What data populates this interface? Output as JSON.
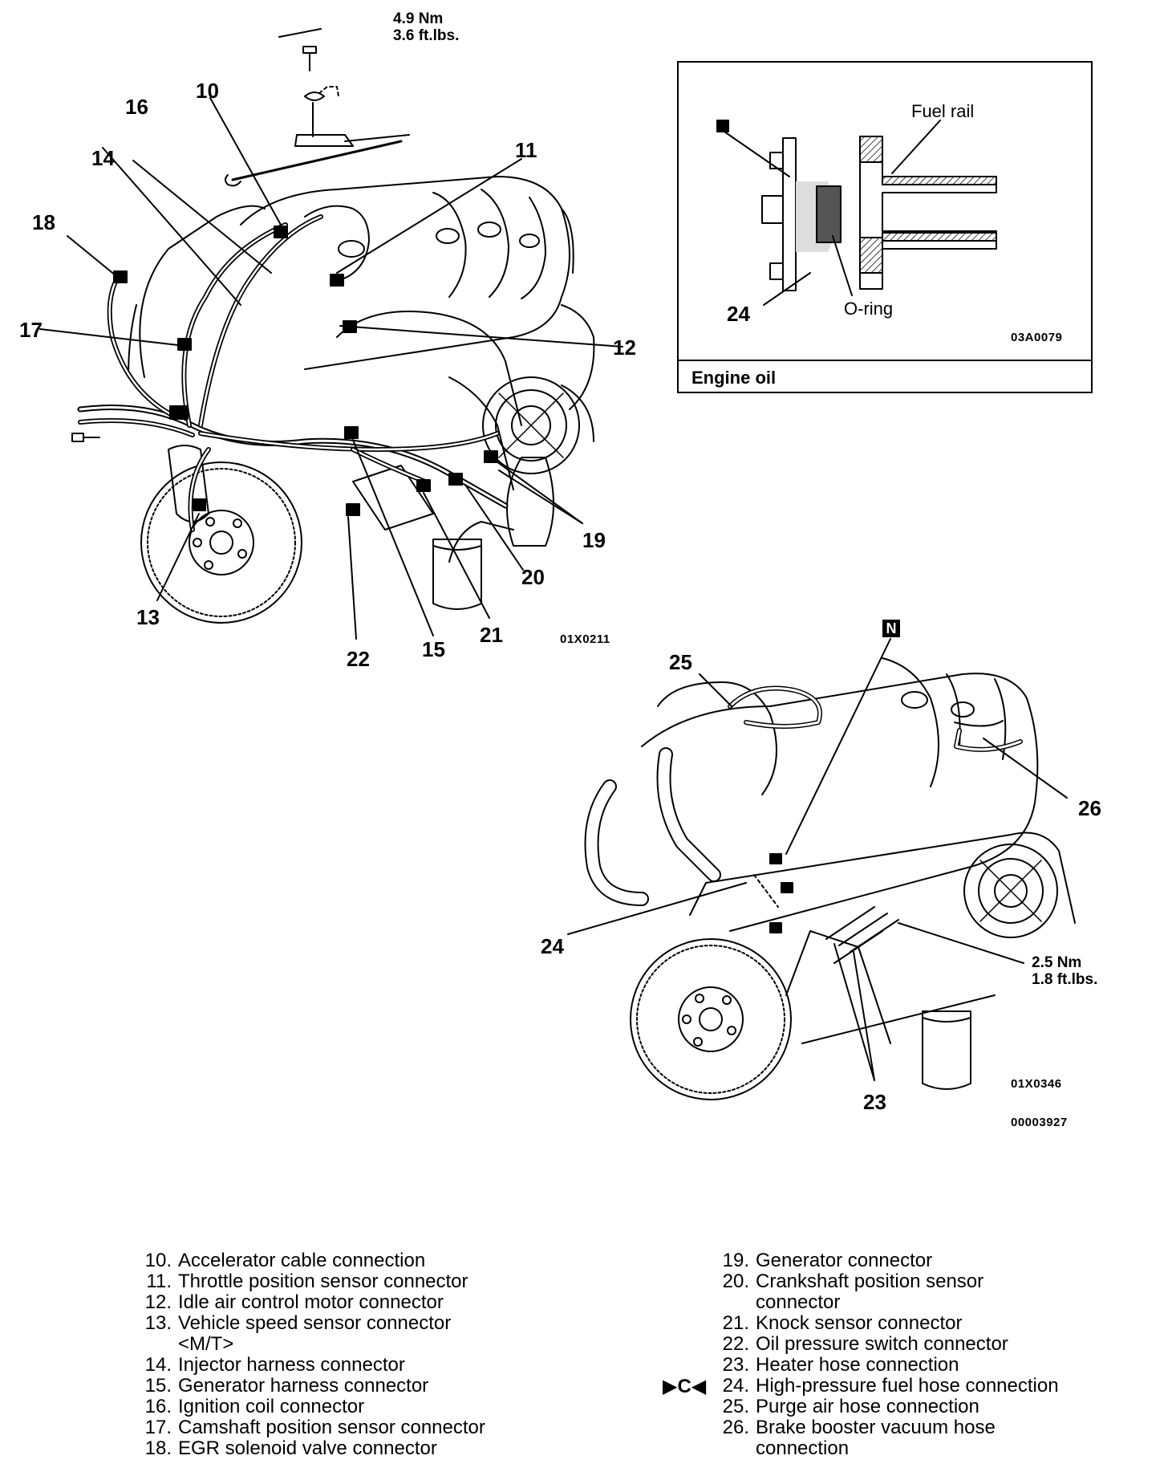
{
  "upper_diagram": {
    "torque_top": [
      "4.9 Nm",
      "3.6 ft.lbs."
    ],
    "code": "01X0211",
    "callouts": {
      "c10": "10",
      "c11": "11",
      "c12": "12",
      "c13": "13",
      "c14": "14",
      "c15": "15",
      "c16": "16",
      "c17": "17",
      "c18": "18",
      "c19": "19",
      "c20": "20",
      "c21": "21",
      "c22": "22"
    }
  },
  "inset": {
    "label_fuel_rail": "Fuel rail",
    "label_oring": "O-ring",
    "callout_24": "24",
    "code": "03A0079",
    "caption": "Engine oil"
  },
  "lower_diagram": {
    "n_marker": "N",
    "torque_right": [
      "2.5 Nm",
      "1.8 ft.lbs."
    ],
    "code": "01X0346",
    "doc_code": "00003927",
    "callouts": {
      "c23": "23",
      "c24": "24",
      "c25": "25",
      "c26": "26"
    }
  },
  "legend": {
    "left": [
      {
        "num": "10.",
        "text": "Accelerator cable connection"
      },
      {
        "num": "11.",
        "text": "Throttle position sensor connector"
      },
      {
        "num": "12.",
        "text": "Idle air control motor connector"
      },
      {
        "num": "13.",
        "text": "Vehicle speed sensor connector"
      },
      {
        "num": "",
        "text": "<M/T>"
      },
      {
        "num": "14.",
        "text": "Injector harness connector"
      },
      {
        "num": "15.",
        "text": "Generator harness connector"
      },
      {
        "num": "16.",
        "text": "Ignition coil connector"
      },
      {
        "num": "17.",
        "text": "Camshaft position sensor connector"
      },
      {
        "num": "18.",
        "text": "EGR solenoid valve connector"
      }
    ],
    "right": [
      {
        "num": "19.",
        "text": "Generator connector"
      },
      {
        "num": "20.",
        "text": "Crankshaft position sensor"
      },
      {
        "num": "",
        "text": "connector"
      },
      {
        "num": "21.",
        "text": "Knock sensor connector"
      },
      {
        "num": "22.",
        "text": "Oil pressure switch connector"
      },
      {
        "num": "23.",
        "text": "Heater hose connection"
      },
      {
        "num": "24.",
        "text": "High-pressure fuel hose connection"
      },
      {
        "num": "25.",
        "text": "Purge air hose connection"
      },
      {
        "num": "26.",
        "text": "Brake booster vacuum hose"
      },
      {
        "num": "",
        "text": "connection"
      }
    ],
    "marker_24": "▶C◀"
  }
}
